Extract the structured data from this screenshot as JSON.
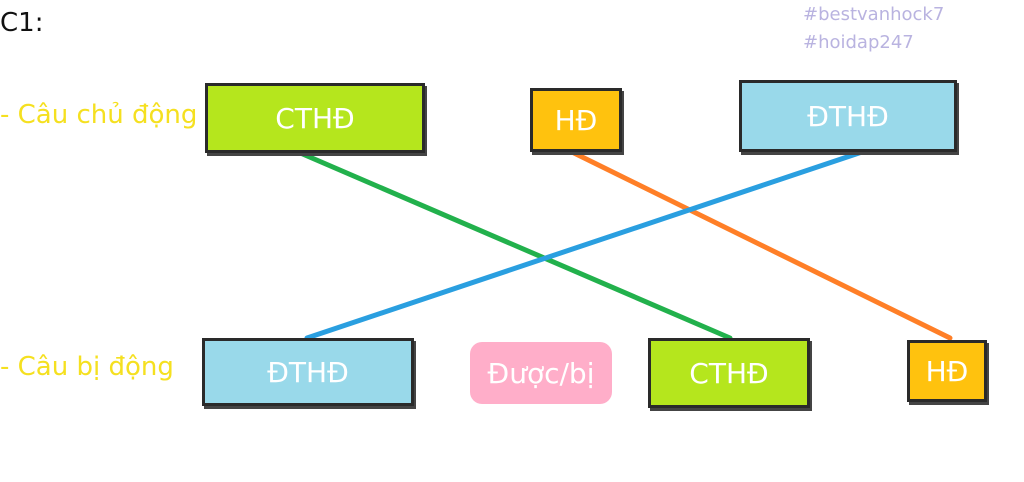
{
  "heading": "C1:",
  "hashtags": [
    "#bestvanhock7",
    "#hoidap247"
  ],
  "rows": {
    "active_label": "- Câu chủ động",
    "passive_label": "- Câu bị động"
  },
  "active_boxes": [
    {
      "label": "CTHĐ",
      "color": "#b5e61d"
    },
    {
      "label": "HĐ",
      "color": "#ffc20e"
    },
    {
      "label": "ĐTHĐ",
      "color": "#99d9ea"
    }
  ],
  "passive_boxes": [
    {
      "label": "ĐTHĐ",
      "color": "#99d9ea"
    },
    {
      "label": "Được/bị",
      "color": "#ffaec9"
    },
    {
      "label": "CTHĐ",
      "color": "#b5e61d"
    },
    {
      "label": "HĐ",
      "color": "#ffc20e"
    }
  ],
  "connectors": [
    {
      "from": "CTHĐ",
      "to": "CTHĐ",
      "color": "#22b14c"
    },
    {
      "from": "HĐ",
      "to": "HĐ",
      "color": "#ff7f27"
    },
    {
      "from": "ĐTHĐ",
      "to": "ĐTHĐ",
      "color": "#2a9fe0"
    }
  ]
}
